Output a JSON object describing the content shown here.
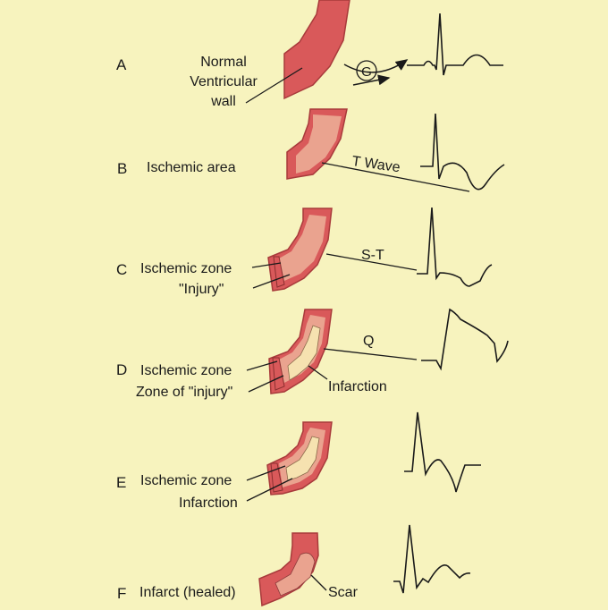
{
  "panels": [
    {
      "letter": "A",
      "labels": [
        "Normal",
        "Ventricular",
        "wall"
      ],
      "annotation": "G",
      "trace": "Normal"
    },
    {
      "letter": "B",
      "labels": [
        "Ischemic area"
      ],
      "wave_label": "T Wave",
      "trace": "T-inversion"
    },
    {
      "letter": "C",
      "labels": [
        "Ischemic zone",
        "\"Injury\""
      ],
      "wave_label": "S-T",
      "trace": "S-T shift"
    },
    {
      "letter": "D",
      "labels": [
        "Ischemic zone",
        "Zone of \"injury\"",
        "Infarction"
      ],
      "wave_label": "Q",
      "trace": "Q wave with ST elevation"
    },
    {
      "letter": "E",
      "labels": [
        "Ischemic zone",
        "Infarction"
      ],
      "trace": "Evolving"
    },
    {
      "letter": "F",
      "labels": [
        "Infarct (healed)",
        "Scar"
      ],
      "trace": "Healed"
    }
  ],
  "colors": {
    "background": "#f7f3be",
    "wall": "#d9595a",
    "ischemic": "#eaa38f",
    "infarct": "#f6e2b0",
    "line": "#1a1a1a"
  }
}
